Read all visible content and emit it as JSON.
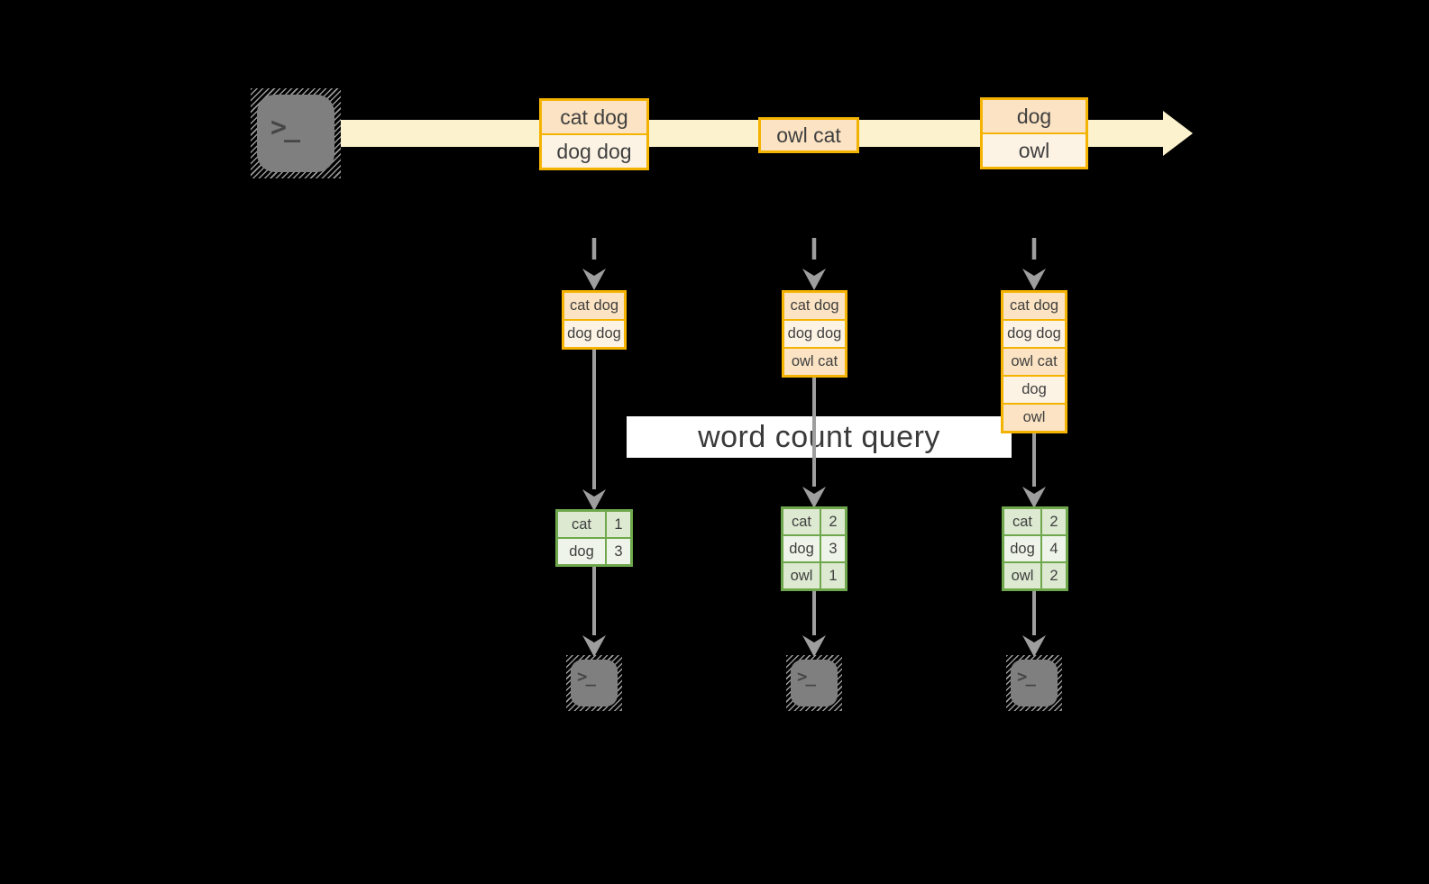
{
  "query_label": "word count query",
  "icons": {
    "terminal_glyph": ">_"
  },
  "stream": {
    "batches": [
      {
        "lines": [
          "cat dog",
          "dog dog"
        ]
      },
      {
        "lines": [
          "owl cat"
        ]
      },
      {
        "lines": [
          "dog",
          "owl"
        ]
      }
    ]
  },
  "columns": [
    {
      "state": [
        "cat dog",
        "dog dog"
      ],
      "counts": [
        {
          "word": "cat",
          "count": "1"
        },
        {
          "word": "dog",
          "count": "3"
        }
      ]
    },
    {
      "state": [
        "cat dog",
        "dog dog",
        "owl cat"
      ],
      "counts": [
        {
          "word": "cat",
          "count": "2"
        },
        {
          "word": "dog",
          "count": "3"
        },
        {
          "word": "owl",
          "count": "1"
        }
      ]
    },
    {
      "state": [
        "cat dog",
        "dog dog",
        "owl cat",
        "dog",
        "owl"
      ],
      "counts": [
        {
          "word": "cat",
          "count": "2"
        },
        {
          "word": "dog",
          "count": "4"
        },
        {
          "word": "owl",
          "count": "2"
        }
      ]
    }
  ],
  "colors": {
    "background": "#000000",
    "stream_band": "#fcf2cd",
    "box_border": "#f5b301",
    "box_fill_dark": "#fbe3c3",
    "box_fill_light": "#fdf3e4",
    "table_border": "#6fa84c",
    "table_fill_dark": "#dde9d1",
    "table_fill_light": "#eef4e9",
    "arrow_gray": "#9e9e9e",
    "terminal_gray": "#7f7f7f",
    "text_dark": "#3f3f3f",
    "query_band_bg": "#ffffff"
  }
}
